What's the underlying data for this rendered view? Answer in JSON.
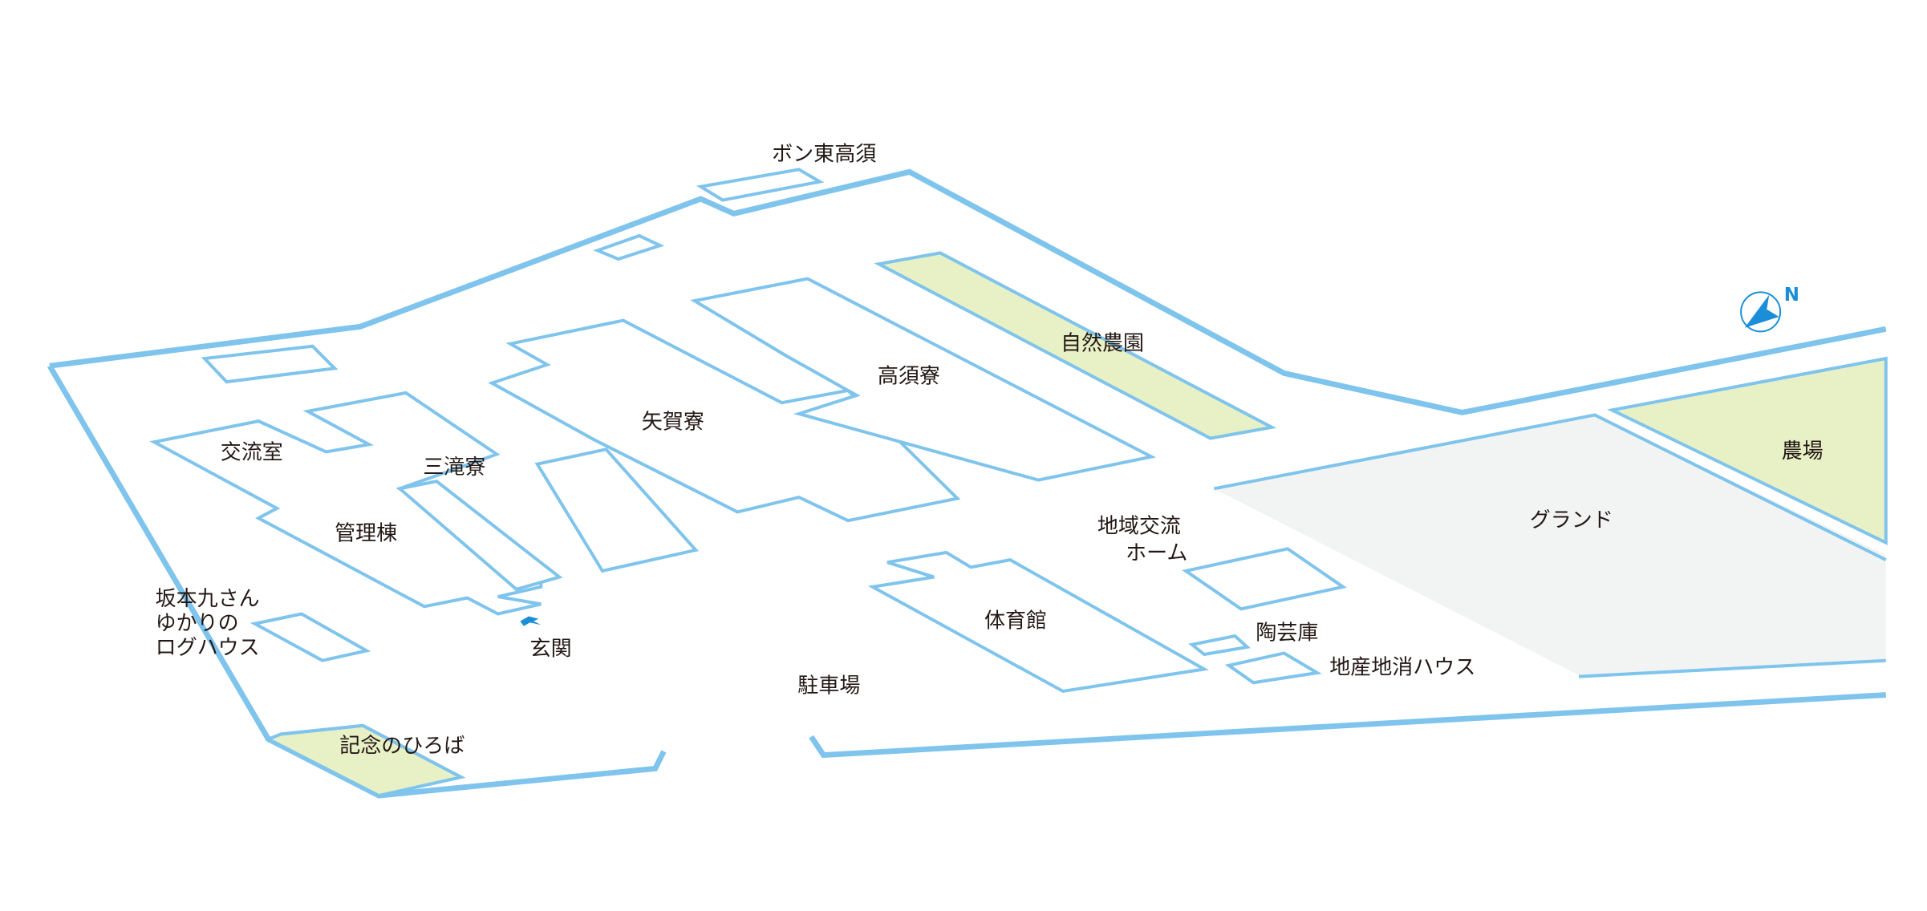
{
  "map": {
    "compass_label": "N",
    "colors": {
      "outline": "#7fc4ec",
      "accent": "#1a8fd8",
      "green_area": "#e8f0c6",
      "ground": "#f2f4f4",
      "text": "#231815"
    },
    "labels": {
      "bon": "ボン東高須",
      "shizen_noen": "自然農園",
      "takasu_ryo": "高須寮",
      "yaga_ryo": "矢賀寮",
      "nojo": "農場",
      "koryushitsu": "交流室",
      "mitaki_ryo": "三滝寮",
      "ground": "グランド",
      "chiiki_1": "地域交流",
      "chiiki_2": "ホーム",
      "kanri_to": "管理棟",
      "sakamoto_1": "坂本九さん",
      "sakamoto_2": "ゆかりの",
      "sakamoto_3": "ログハウス",
      "taiikukan": "体育館",
      "tougeiko": "陶芸庫",
      "genkan": "玄関",
      "chisan_house": "地産地消ハウス",
      "chushajo": "駐車場",
      "kinen_hiroba": "記念のひろば"
    }
  }
}
